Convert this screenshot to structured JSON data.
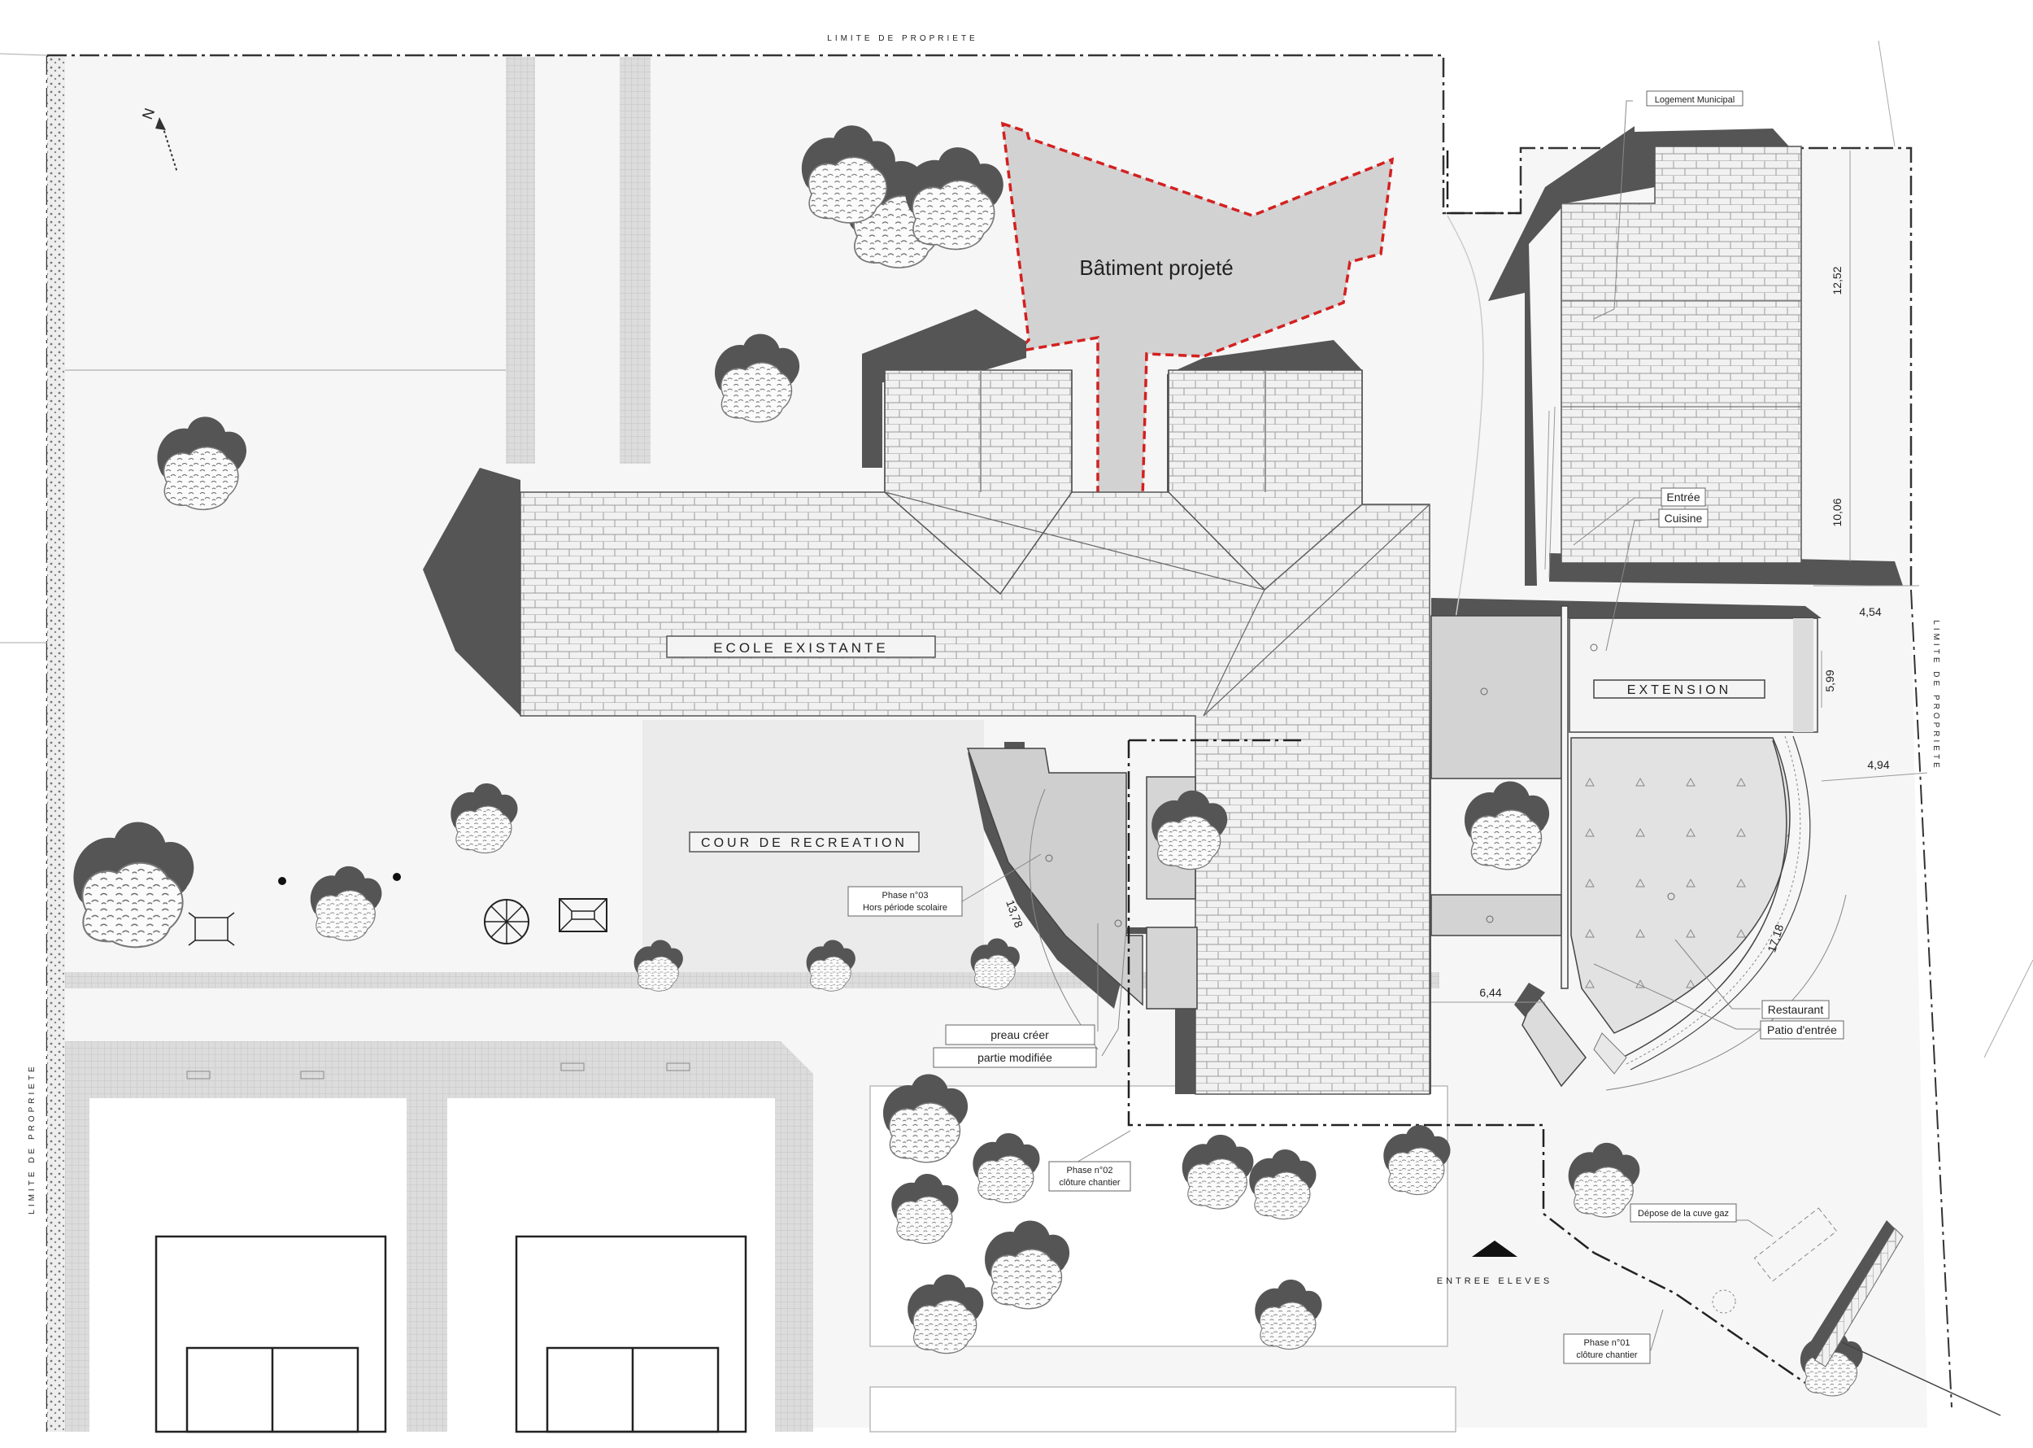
{
  "labels": {
    "property_top": "LIMITE DE PROPRIETE",
    "property_left": "LIMITE DE PROPRIETE",
    "property_right": "LIMITE DE PROPRIETE",
    "projected_building": "Bâtiment projeté",
    "existing_school": "ECOLE EXISTANTE",
    "extension": "EXTENSION",
    "playground": "COUR DE RECREATION",
    "municipal_housing": "Logement Municipal",
    "entree": "Entrée",
    "cuisine": "Cuisine",
    "restaurant": "Restaurant",
    "patio": "Patio d'entrée",
    "preau": "preau créer",
    "partie": "partie modifiée",
    "phase3_title": "Phase n°03",
    "phase3_sub": "Hors période scolaire",
    "phase2_title": "Phase n°02",
    "phase2_sub": "clôture chantier",
    "phase1_title": "Phase n°01",
    "phase1_sub": "clôture chantier",
    "gas_tank": "Dépose de la cuve gaz",
    "students_entrance": "ENTREE ELEVES",
    "north": "N"
  },
  "dimensions": {
    "d1252": "12,52",
    "d1006": "10,06",
    "d454": "4,54",
    "d599": "5,99",
    "d494": "4,94",
    "d1378": "13,78",
    "d1718": "17,18",
    "d644": "6,44"
  },
  "colors": {
    "shadow": "#555555",
    "roof": "#efefef",
    "ground": "#f2f2f2",
    "red_outline": "#d42020",
    "projected_fill": "#d2d2d2",
    "paving": "#d9d9d9"
  }
}
